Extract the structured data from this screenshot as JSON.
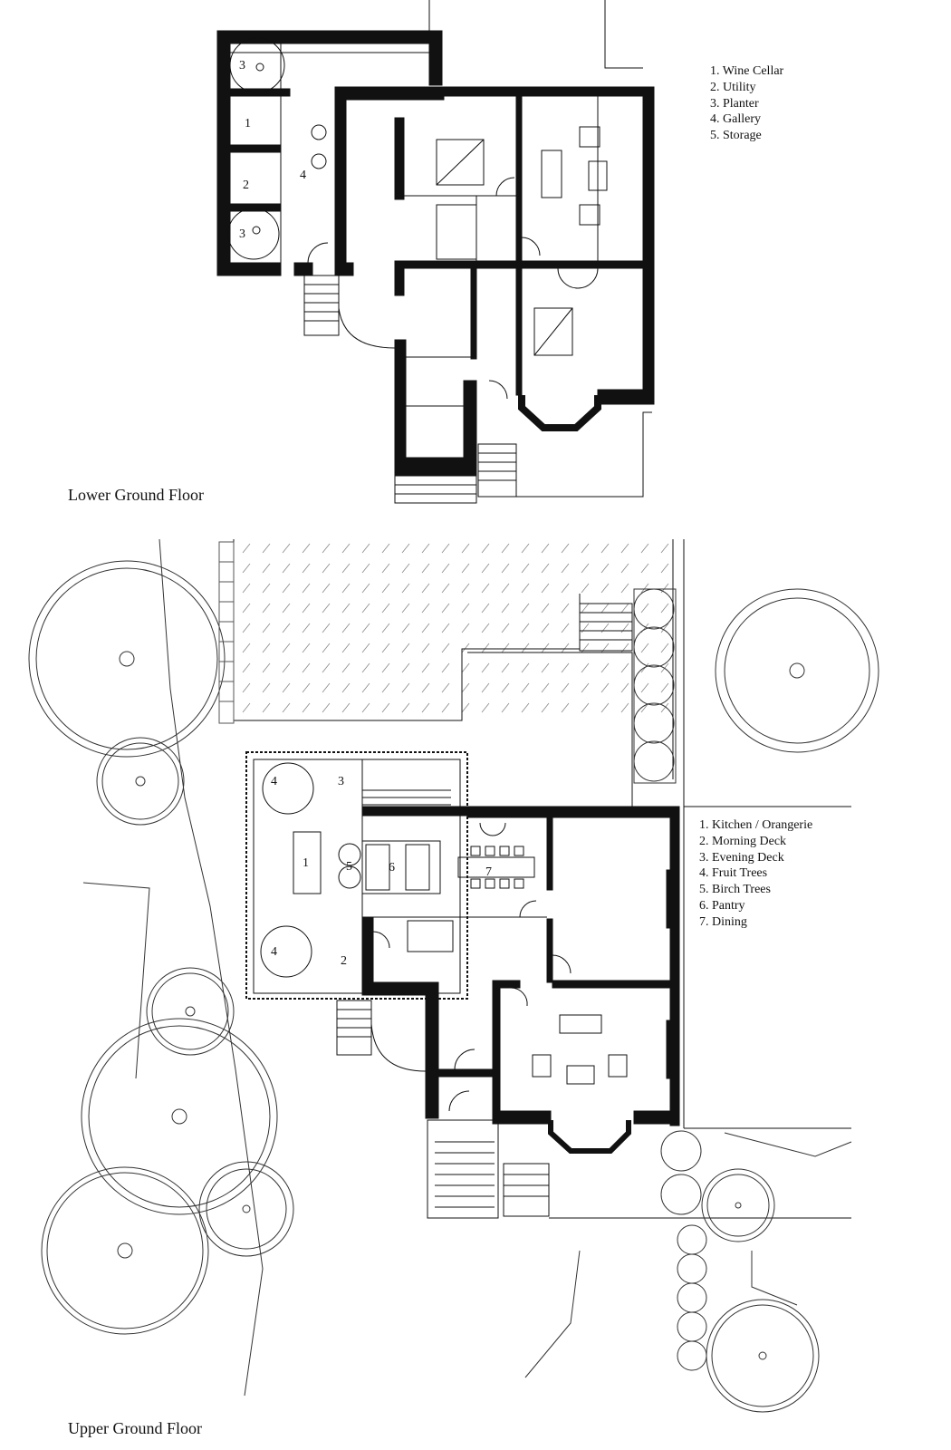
{
  "lower_ground": {
    "title": "Lower Ground Floor",
    "legend": [
      "1. Wine Cellar",
      "2. Utility",
      "3. Planter",
      "4. Gallery",
      "5. Storage"
    ],
    "room_numbers": {
      "wine_cellar": "1",
      "utility": "2",
      "planter_top": "3",
      "planter_bottom": "3",
      "gallery": "4"
    }
  },
  "upper_ground": {
    "title": "Upper Ground Floor",
    "legend": [
      "1. Kitchen / Orangerie",
      "2. Morning Deck",
      "3. Evening Deck",
      "4. Fruit Trees",
      "5. Birch Trees",
      "6. Pantry",
      "7. Dining"
    ],
    "room_numbers": {
      "kitchen": "1",
      "morning_deck": "2",
      "evening_deck": "3",
      "fruit_tree_top": "4",
      "fruit_tree_bottom": "4",
      "birch_trees": "5",
      "pantry": "6",
      "dining": "7"
    }
  }
}
